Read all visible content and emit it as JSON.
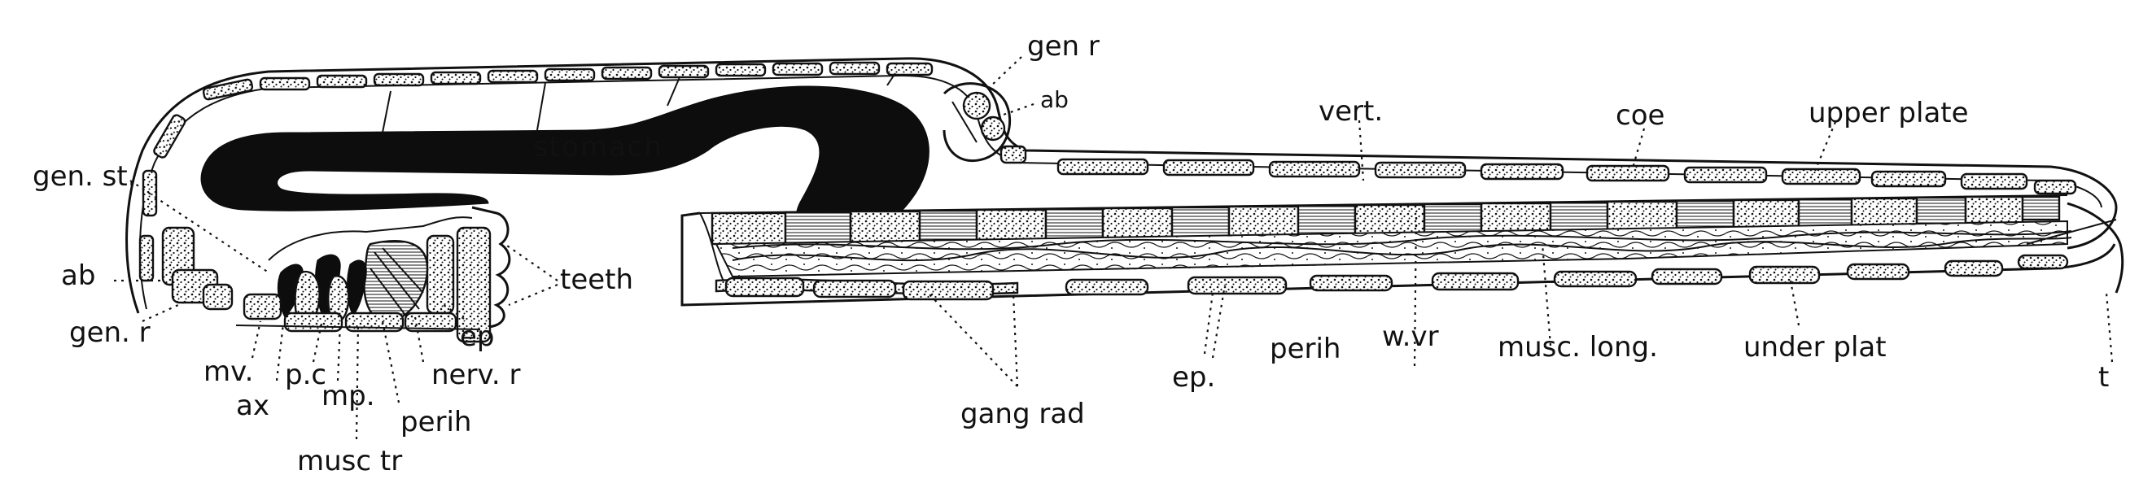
{
  "labels": {
    "gen_r_top": "gen r",
    "ab_top": "ab",
    "vert": "vert.",
    "coe": "coe",
    "upper_plate": "upper plate",
    "stomach": "stomach",
    "gen_st": "gen. st.",
    "teeth": "teeth",
    "ab_left": "ab",
    "gen_r_left": "gen. r",
    "ep_left": "ep",
    "mv": "mv.",
    "p_c": "p.c",
    "nerv_r": "nerv. r",
    "ax": "ax",
    "mp": "mp.",
    "perih_left": "perih",
    "musc_tr": "musc tr",
    "ep_mid": "ep.",
    "perih_mid": "perih",
    "w_vr": "w.vr",
    "musc_long": "musc. long.",
    "under_plat": "under plat",
    "t": "t",
    "gang_rad": "gang rad"
  },
  "colors": {
    "ink": "#111111",
    "paper": "#ffffff"
  }
}
